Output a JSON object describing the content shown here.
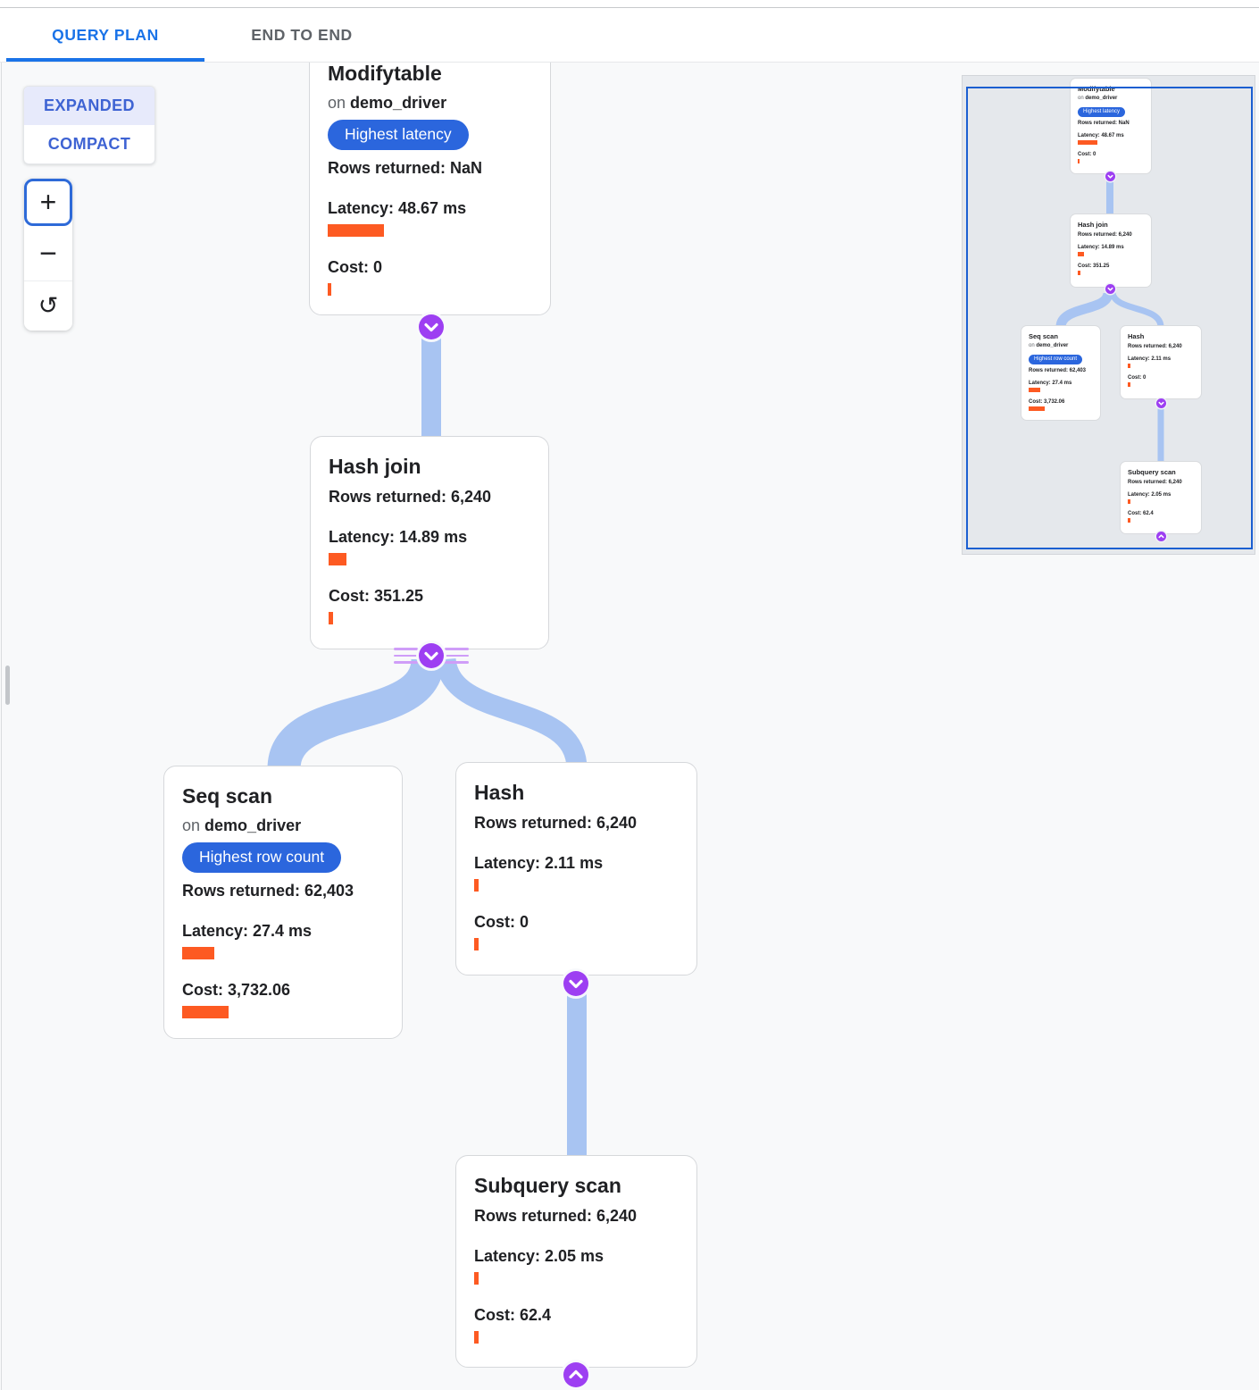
{
  "tabs": {
    "query_plan": "QUERY PLAN",
    "end_to_end": "END TO END"
  },
  "view_toggle": {
    "expanded": "EXPANDED",
    "compact": "COMPACT"
  },
  "zoom_controls": {
    "zoom_in": "+",
    "zoom_out": "−",
    "reset": "↺"
  },
  "colors": {
    "accent_blue": "#1a73e8",
    "badge_blue": "#2b66dd",
    "bar_orange": "#fd5a22",
    "connector_blue": "#a8c4f2",
    "expander_purple": "#9d3ff2",
    "viewport_border": "#1b5fd1"
  },
  "nodes": {
    "modifytable": {
      "title": "Modifytable",
      "on_prefix": "on",
      "table": "demo_driver",
      "badge": "Highest latency",
      "rows": "Rows returned: NaN",
      "latency": "Latency: 48.67 ms",
      "latency_bar": 63,
      "cost": "Cost: 0",
      "cost_bar": 4
    },
    "hash_join": {
      "title": "Hash join",
      "rows": "Rows returned: 6,240",
      "latency": "Latency: 14.89 ms",
      "latency_bar": 20,
      "cost": "Cost: 351.25",
      "cost_bar": 5
    },
    "seq_scan": {
      "title": "Seq scan",
      "on_prefix": "on",
      "table": "demo_driver",
      "badge": "Highest row count",
      "rows": "Rows returned: 62,403",
      "latency": "Latency: 27.4 ms",
      "latency_bar": 36,
      "cost": "Cost: 3,732.06",
      "cost_bar": 52
    },
    "hash": {
      "title": "Hash",
      "rows": "Rows returned: 6,240",
      "latency": "Latency: 2.11 ms",
      "latency_bar": 5,
      "cost": "Cost: 0",
      "cost_bar": 5
    },
    "subquery_scan": {
      "title": "Subquery scan",
      "rows": "Rows returned: 6,240",
      "latency": "Latency: 2.05 ms",
      "latency_bar": 5,
      "cost": "Cost: 62.4",
      "cost_bar": 5
    }
  }
}
